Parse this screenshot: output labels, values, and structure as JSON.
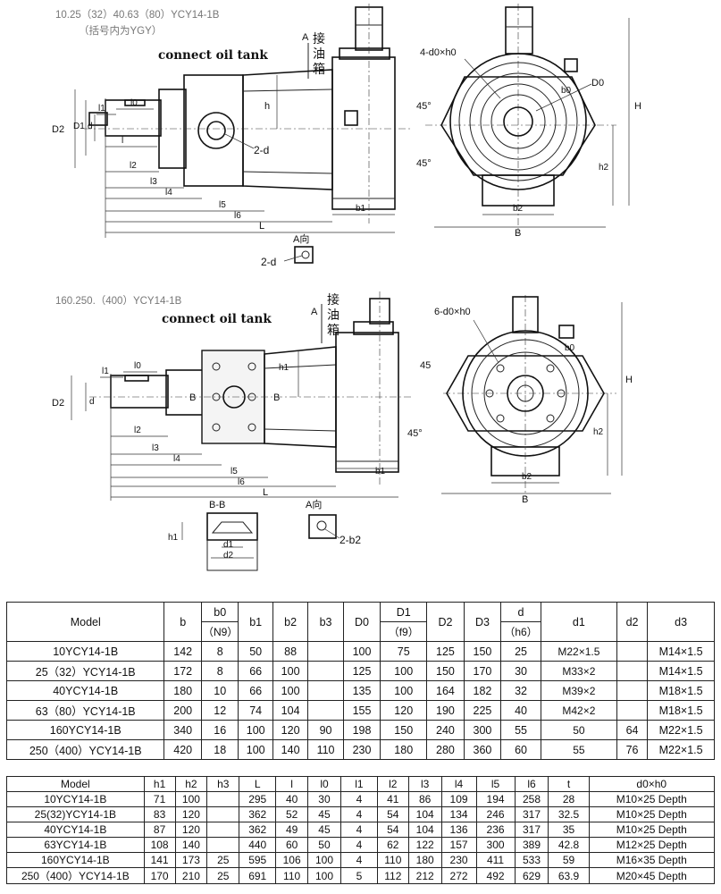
{
  "drawing": {
    "top_title": "10.25（32）40.63（80）YCY14-1B",
    "top_subtitle": "（括号内为YGY）",
    "bottom_title": "160.250.（400）YCY14-1B",
    "connect_label_top": "connect oil tank",
    "connect_label_bottom": "connect oil tank",
    "cjk_a": "A",
    "cjk_1": "接",
    "cjk_2": "油",
    "cjk_3": "箱",
    "labels_top": {
      "D2": "D2",
      "D1": "D1",
      "d": "d",
      "l1": "l1",
      "l0": "l0",
      "l": "l",
      "l2": "l2",
      "l3": "l3",
      "l4": "l4",
      "l5": "l5",
      "l6": "l6",
      "L": "L",
      "h": "h",
      "two_d": "2-d",
      "b1": "b1",
      "a_view": "A向",
      "two_d_view": "2-d",
      "holes": "4-d0×h0",
      "b0": "b0",
      "D0": "D0",
      "H": "H",
      "h2": "h2",
      "b2": "b2",
      "B": "B",
      "angle1": "45°",
      "angle2": "45°"
    },
    "labels_bottom": {
      "D2": "D2",
      "d": "d",
      "l1": "l1",
      "l0": "l0",
      "l2": "l2",
      "l3": "l3",
      "l4": "l4",
      "l5": "l5",
      "l6": "l6",
      "L": "L",
      "h1": "h1",
      "b1": "b1",
      "B_left": "B",
      "B_right": "B",
      "bb": "B-B",
      "h1_sec": "h1",
      "d1": "d1",
      "d2": "d2",
      "a_view": "A向",
      "two_b2": "2-b2",
      "holes": "6-d0×h0",
      "b0": "b0",
      "H": "H",
      "h2": "h2",
      "b2": "b2",
      "B": "B",
      "angle1": "45",
      "angle2": "45°"
    }
  },
  "table1": {
    "headers": [
      "Model",
      "b",
      "b0",
      "b1",
      "b2",
      "b3",
      "D0",
      "D1",
      "D2",
      "D3",
      "d",
      "d1",
      "d2",
      "d3"
    ],
    "subheaders": {
      "b0": "（N9）",
      "D1": "（f9）",
      "d": "（h6）"
    },
    "rows": [
      [
        "10YCY14-1B",
        "142",
        "8",
        "50",
        "88",
        "",
        "100",
        "75",
        "125",
        "150",
        "25",
        "M22×1.5",
        "",
        "M14×1.5"
      ],
      [
        "25（32）YCY14-1B",
        "172",
        "8",
        "66",
        "100",
        "",
        "125",
        "100",
        "150",
        "170",
        "30",
        "M33×2",
        "",
        "M14×1.5"
      ],
      [
        "40YCY14-1B",
        "180",
        "10",
        "66",
        "100",
        "",
        "135",
        "100",
        "164",
        "182",
        "32",
        "M39×2",
        "",
        "M18×1.5"
      ],
      [
        "63（80）YCY14-1B",
        "200",
        "12",
        "74",
        "104",
        "",
        "155",
        "120",
        "190",
        "225",
        "40",
        "M42×2",
        "",
        "M18×1.5"
      ],
      [
        "160YCY14-1B",
        "340",
        "16",
        "100",
        "120",
        "90",
        "198",
        "150",
        "240",
        "300",
        "55",
        "50",
        "64",
        "M22×1.5"
      ],
      [
        "250（400）YCY14-1B",
        "420",
        "18",
        "100",
        "140",
        "110",
        "230",
        "180",
        "280",
        "360",
        "60",
        "55",
        "76",
        "M22×1.5"
      ]
    ]
  },
  "table2": {
    "headers": [
      "Model",
      "h1",
      "h2",
      "h3",
      "L",
      "l",
      "l0",
      "l1",
      "l2",
      "l3",
      "l4",
      "l5",
      "l6",
      "t",
      "d0×h0"
    ],
    "rows": [
      [
        "10YCY14-1B",
        "71",
        "100",
        "",
        "295",
        "40",
        "30",
        "4",
        "41",
        "86",
        "109",
        "194",
        "258",
        "28",
        "M10×25 Depth"
      ],
      [
        "25(32)YCY14-1B",
        "83",
        "120",
        "",
        "362",
        "52",
        "45",
        "4",
        "54",
        "104",
        "134",
        "246",
        "317",
        "32.5",
        "M10×25 Depth"
      ],
      [
        "40YCY14-1B",
        "87",
        "120",
        "",
        "362",
        "49",
        "45",
        "4",
        "54",
        "104",
        "136",
        "236",
        "317",
        "35",
        "M10×25 Depth"
      ],
      [
        "63YCY14-1B",
        "108",
        "140",
        "",
        "440",
        "60",
        "50",
        "4",
        "62",
        "122",
        "157",
        "300",
        "389",
        "42.8",
        "M12×25 Depth"
      ],
      [
        "160YCY14-1B",
        "141",
        "173",
        "25",
        "595",
        "106",
        "100",
        "4",
        "110",
        "180",
        "230",
        "411",
        "533",
        "59",
        "M16×35 Depth"
      ],
      [
        "250（400）YCY14-1B",
        "170",
        "210",
        "25",
        "691",
        "110",
        "100",
        "5",
        "112",
        "212",
        "272",
        "492",
        "629",
        "63.9",
        "M20×45 Depth"
      ]
    ]
  }
}
